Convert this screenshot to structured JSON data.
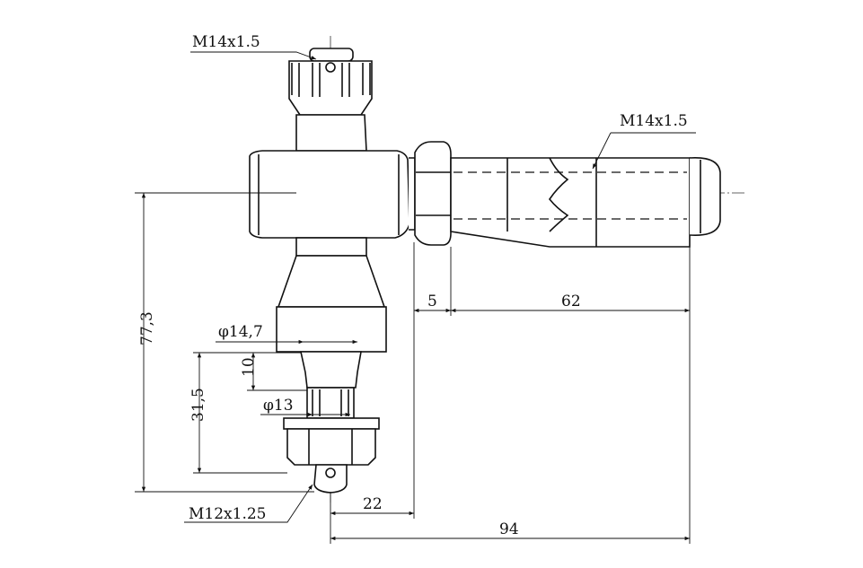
{
  "labels": {
    "top_thread": "M14x1.5",
    "right_thread": "M14x1.5",
    "bottom_thread": "M12x1.25",
    "dia_147": "φ14,7",
    "dia_13": "φ13",
    "dim_10": "10",
    "dim_315": "31,5",
    "dim_773": "77,3",
    "dim_5": "5",
    "dim_62": "62",
    "dim_22": "22",
    "dim_94": "94"
  }
}
